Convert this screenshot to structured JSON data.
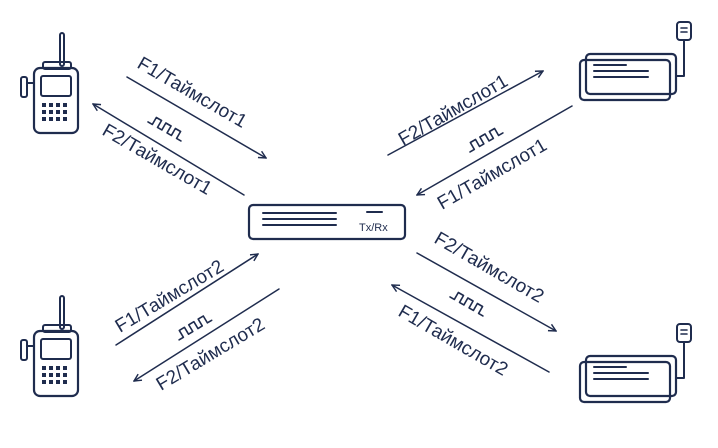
{
  "repeater": {
    "label": "Tx/Rx"
  },
  "links": {
    "top_left": {
      "upper": "F1/Таймслот1",
      "lower": "F2/Таймслот1"
    },
    "top_right": {
      "upper": "F2/Таймслот1",
      "lower": "F1/Таймслот1"
    },
    "bottom_left": {
      "upper": "F1/Таймслот2",
      "lower": "F2/Таймслот2"
    },
    "bottom_right": {
      "upper": "F2/Таймслот2",
      "lower": "F1/Таймслот2"
    }
  },
  "icons": {
    "handheld_radio": "walkie-talkie-icon",
    "mobile_radio": "mobile-radio-icon",
    "repeater": "repeater-icon",
    "signal": "square-wave-icon"
  },
  "colors": {
    "ink": "#1f2c4e",
    "background": "#ffffff"
  }
}
